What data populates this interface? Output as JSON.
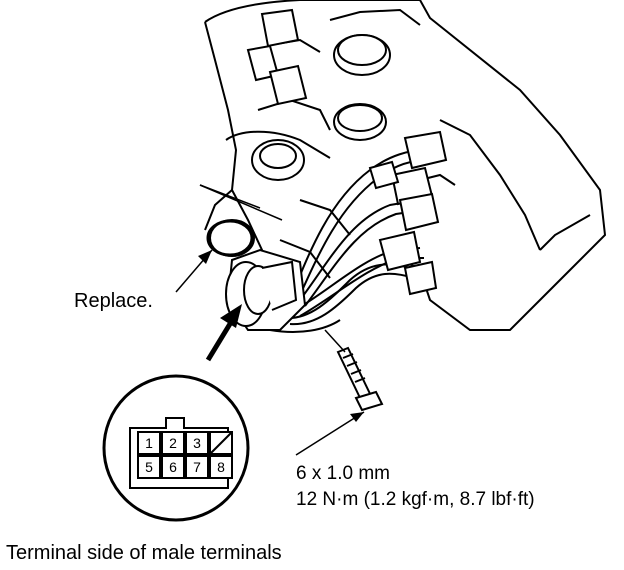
{
  "callouts": {
    "replace": "Replace.",
    "bolt_size": "6 x 1.0 mm",
    "bolt_torque": "12 N·m (1.2 kgf·m, 8.7 lbf·ft)"
  },
  "caption": "Terminal side of male terminals",
  "connector_pins": {
    "top_row": [
      "1",
      "2",
      "3"
    ],
    "bottom_row": [
      "5",
      "6",
      "7",
      "8"
    ]
  }
}
